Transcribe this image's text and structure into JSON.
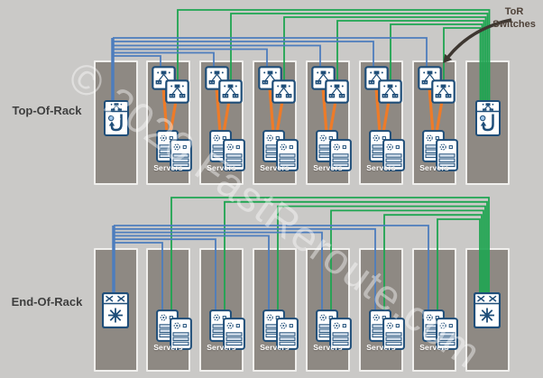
{
  "watermark": "© 2020 FastReroute.com",
  "callout": {
    "line1": "ToR",
    "line2": "Switches"
  },
  "rows": [
    {
      "label": "Top-Of-Rack",
      "servers_label": "Servers",
      "server_rack_count": 6,
      "left_device": "aggregation-routing-switch",
      "right_device": "aggregation-routing-switch",
      "has_tor_switch_pairs": true
    },
    {
      "label": "End-Of-Rack",
      "servers_label": "Servers",
      "server_rack_count": 6,
      "left_device": "end-of-row-switch",
      "right_device": "end-of-row-switch",
      "has_tor_switch_pairs": false
    }
  ],
  "icons": {
    "tor_switch": "network-switch-icon",
    "aggregation": "routing-switch-icon",
    "eor_switch": "multilayer-switch-icon",
    "server": "server-icon"
  },
  "colors": {
    "background": "#cac9c7",
    "rack_fill": "#8e8983",
    "rack_border": "#f0efed",
    "blue_link": "#4d7dbd",
    "green_link": "#1ea551",
    "orange_link": "#ee7b28",
    "icon_navy": "#1f4e79",
    "icon_light_blue": "#9dc3e6",
    "stripe_fill": "#dbe5f1",
    "arrow": "#3e3731",
    "callout_text": "#4e4138",
    "row_label_text": "#3f3f3f",
    "servers_label_text": "#ffffff"
  }
}
